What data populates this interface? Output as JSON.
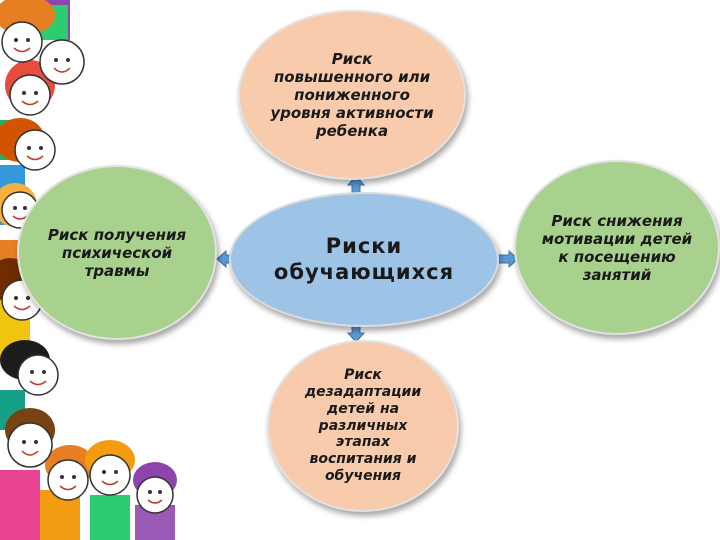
{
  "diagram": {
    "center": "Риски обучающихся",
    "top": "Риск повышенного или пониженного уровня активности ребенка",
    "left": "Риск получения психической травмы",
    "right": "Риск снижения мотивации детей к посещению занятий",
    "bottom": "Риск дезадаптации детей на различных этапах воспитания и обучения"
  },
  "colors": {
    "center": "#9dc3e6",
    "peach": "#f8cbad",
    "green": "#a9d18e",
    "arrow": "#5b9bd5"
  },
  "icons": [
    "children-border-illustration",
    "arrow-up-icon",
    "arrow-down-icon",
    "arrow-left-icon",
    "arrow-right-icon"
  ]
}
